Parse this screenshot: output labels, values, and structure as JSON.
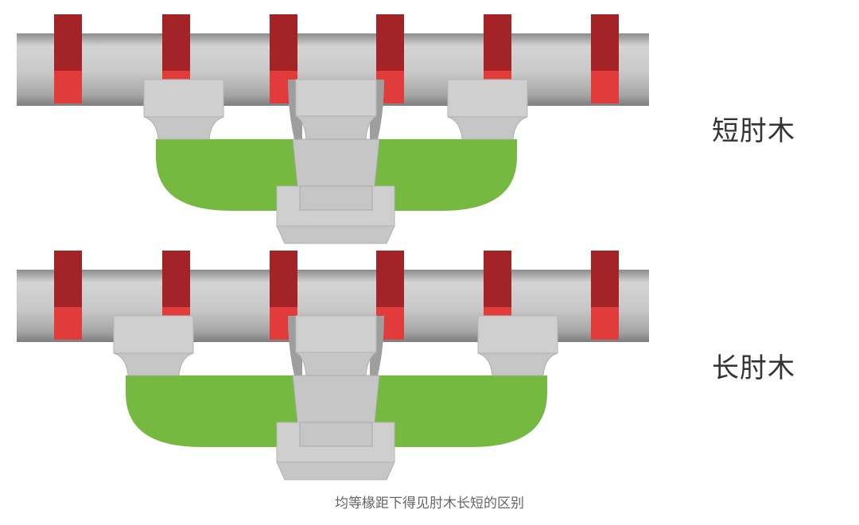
{
  "labels": {
    "short": "短肘木",
    "long": "长肘木",
    "caption": "均等椽距下得见肘木长短的区别"
  },
  "colors": {
    "beam_light": "#d9d9d9",
    "beam_mid": "#bdbdbd",
    "beam_dark": "#8c8c8c",
    "rafter_dark": "#a32326",
    "rafter_light": "#e23b3b",
    "bracket_top": "#cfcfcf",
    "bracket_body": "#c6c6c6",
    "bracket_shadow": "#9e9e9e",
    "arm_green": "#76b941"
  }
}
